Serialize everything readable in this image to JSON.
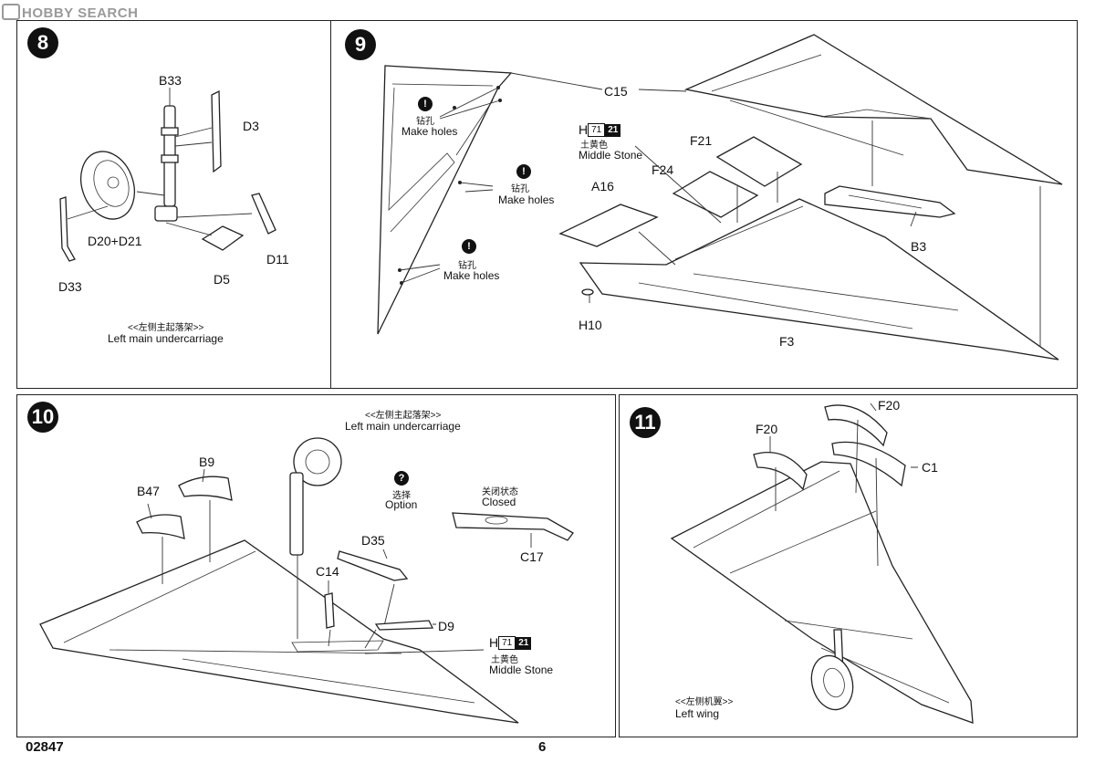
{
  "watermark": "HOBBY SEARCH",
  "steps": {
    "s8": {
      "number": "8",
      "parts": [
        "B33",
        "D3",
        "D20+D21",
        "D11",
        "D5",
        "D33"
      ],
      "caption_cn": "<<左侧主起落架>>",
      "caption_en": "Left main undercarriage"
    },
    "s9": {
      "number": "9",
      "drill_cn": "钻孔",
      "drill_en": "Make holes",
      "parts": [
        "C15",
        "F21",
        "F24",
        "A16",
        "B3",
        "H10",
        "F3"
      ],
      "paint": {
        "letter": "H",
        "code1": "71",
        "code2": "21",
        "cn": "土黄色",
        "en": "Middle Stone"
      }
    },
    "s10": {
      "number": "10",
      "caption_cn": "<<左侧主起落架>>",
      "caption_en": "Left main undercarriage",
      "option_cn": "选择",
      "option_en": "Option",
      "closed_cn": "关闭状态",
      "closed_en": "Closed",
      "parts": [
        "B9",
        "B47",
        "D35",
        "C14",
        "D9",
        "C17"
      ],
      "paint": {
        "letter": "H",
        "code1": "71",
        "code2": "21",
        "cn": "土黄色",
        "en": "Middle Stone"
      }
    },
    "s11": {
      "number": "11",
      "parts": [
        "F20",
        "F20",
        "C1"
      ],
      "caption_cn": "<<左侧机翼>>",
      "caption_en": "Left wing"
    }
  },
  "footer": {
    "code": "02847",
    "page": "6"
  }
}
